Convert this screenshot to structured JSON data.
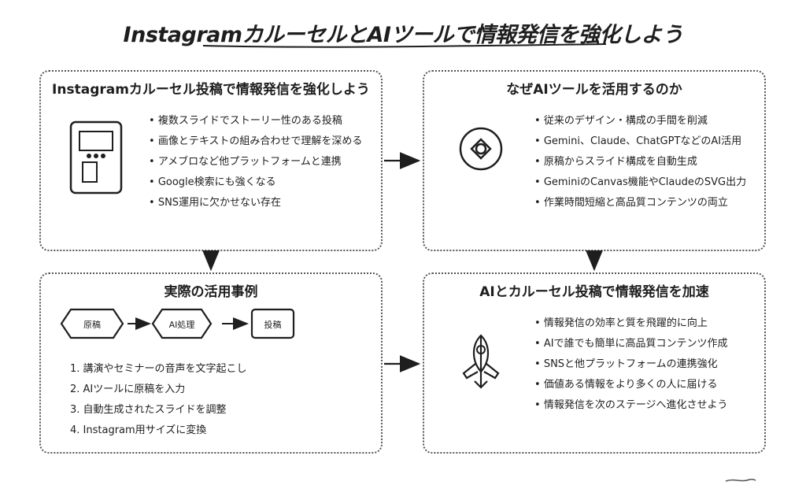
{
  "title": "InstagramカルーセルとAIツールで情報発信を強化しよう",
  "box1": {
    "title": "Instagramカルーセル投稿で情報発信を強化しよう",
    "icon": "smartphone-icon",
    "items": [
      "複数スライドでストーリー性のある投稿",
      "画像とテキストの組み合わせで理解を深める",
      "アメブロなど他プラットフォームと連携",
      "Google検索にも強くなる",
      "SNS運用に欠かせない存在"
    ]
  },
  "box2": {
    "title": "なぜAIツールを活用するのか",
    "icon": "ai-chip-icon",
    "items": [
      "従来のデザイン・構成の手間を削減",
      "Gemini、Claude、ChatGPTなどのAI活用",
      "原稿からスライド構成を自動生成",
      "GeminiのCanvas機能やClaudeのSVG出力",
      "作業時間短縮と高品質コンテンツの両立"
    ]
  },
  "box3": {
    "title": "実際の活用事例",
    "flow": [
      "原稿",
      "AI処理",
      "投稿"
    ],
    "steps": [
      "1. 講演やセミナーの音声を文字起こし",
      "2. AIツールに原稿を入力",
      "3. 自動生成されたスライドを調整",
      "4. Instagram用サイズに変換"
    ]
  },
  "box4": {
    "title": "AIとカルーセル投稿で情報発信を加速",
    "icon": "rocket-icon",
    "items": [
      "情報発信の効率と質を飛躍的に向上",
      "AIで誰でも簡単に高品質コンテンツ作成",
      "SNSと他プラットフォームの連携強化",
      "価値ある情報をより多くの人に届ける",
      "情報発信を次のステージへ進化させよう"
    ]
  },
  "colors": {
    "stroke": "#1e1e1e",
    "border": "#555555",
    "background": "#ffffff"
  }
}
